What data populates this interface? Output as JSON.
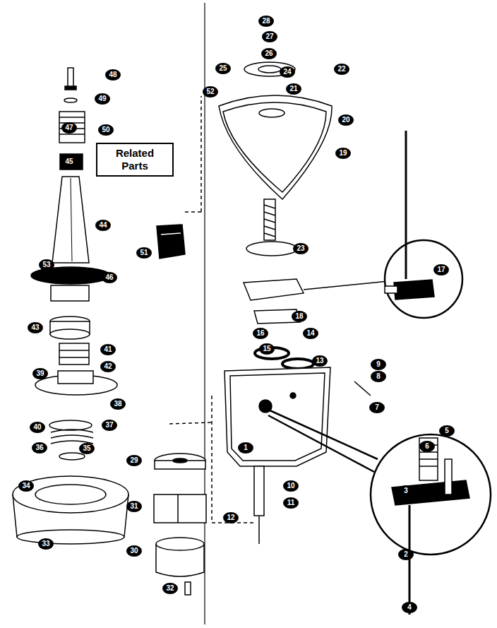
{
  "diagram": {
    "nodes": [
      {
        "text": [
          "28"
        ]
      },
      {
        "text": [
          "27"
        ]
      },
      {
        "text": [
          "26"
        ]
      },
      {
        "text": [
          "25"
        ]
      },
      {
        "text": [
          "24"
        ]
      },
      {
        "text": [
          "22"
        ]
      },
      {
        "text": [
          "48"
        ]
      },
      {
        "text": [
          "21"
        ]
      },
      {
        "text": [
          "52"
        ]
      },
      {
        "text": [
          "49"
        ]
      },
      {
        "text": [
          "20"
        ]
      },
      {
        "text": [
          "47"
        ]
      },
      {
        "text": [
          "50"
        ]
      },
      {
        "text": [
          "Related Parts"
        ]
      },
      {
        "text": [
          "19"
        ]
      },
      {
        "text": [
          "45"
        ]
      },
      {
        "text": [
          "44"
        ]
      },
      {
        "text": [
          "23"
        ]
      },
      {
        "text": [
          "51"
        ]
      },
      {
        "text": [
          "53"
        ]
      },
      {
        "text": [
          "17"
        ]
      },
      {
        "text": [
          "46"
        ]
      },
      {
        "text": [
          "18"
        ]
      },
      {
        "text": [
          "43"
        ]
      },
      {
        "text": [
          "16"
        ]
      },
      {
        "text": [
          "14"
        ]
      },
      {
        "text": [
          "41"
        ]
      },
      {
        "text": [
          "15"
        ]
      },
      {
        "text": [
          "13"
        ]
      },
      {
        "text": [
          "9"
        ]
      },
      {
        "text": [
          "42"
        ]
      },
      {
        "text": [
          "39"
        ]
      },
      {
        "text": [
          "8"
        ]
      },
      {
        "text": [
          "38"
        ]
      },
      {
        "text": [
          "7"
        ]
      },
      {
        "text": [
          "37"
        ]
      },
      {
        "text": [
          "40"
        ]
      },
      {
        "text": [
          "5"
        ]
      },
      {
        "text": [
          "6"
        ]
      },
      {
        "text": [
          "36"
        ]
      },
      {
        "text": [
          "35"
        ]
      },
      {
        "text": [
          "1"
        ]
      },
      {
        "text": [
          "29"
        ]
      },
      {
        "text": [
          "34"
        ]
      },
      {
        "text": [
          "10"
        ]
      },
      {
        "text": [
          "3"
        ]
      },
      {
        "text": [
          "11"
        ]
      },
      {
        "text": [
          "31"
        ]
      },
      {
        "text": [
          "12"
        ]
      },
      {
        "text": [
          "33"
        ]
      },
      {
        "text": [
          "30"
        ]
      },
      {
        "text": [
          "2"
        ]
      },
      {
        "text": [
          "32"
        ]
      },
      {
        "text": [
          "4"
        ]
      }
    ]
  }
}
